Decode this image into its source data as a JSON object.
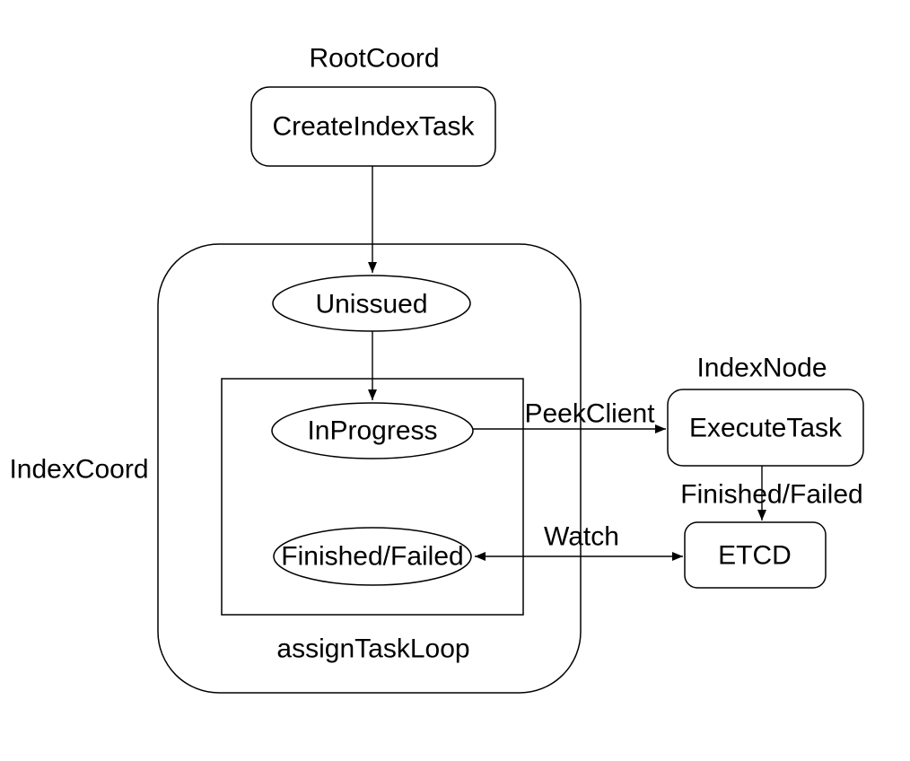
{
  "diagram": {
    "background": "#ffffff",
    "stroke_color": "#000000",
    "text_color": "#000000",
    "containers": [
      {
        "id": "root-coord",
        "label": "RootCoord"
      },
      {
        "id": "index-coord",
        "label": "IndexCoord"
      },
      {
        "id": "assign-task-loop",
        "label": "assignTaskLoop"
      },
      {
        "id": "index-node",
        "label": "IndexNode"
      }
    ],
    "nodes": [
      {
        "id": "create-index-task",
        "label": "CreateIndexTask",
        "shape": "rounded-rect"
      },
      {
        "id": "unissued",
        "label": "Unissued",
        "shape": "ellipse"
      },
      {
        "id": "in-progress",
        "label": "InProgress",
        "shape": "ellipse"
      },
      {
        "id": "finished-failed",
        "label": "Finished/Failed",
        "shape": "ellipse"
      },
      {
        "id": "execute-task",
        "label": "ExecuteTask",
        "shape": "rounded-rect"
      },
      {
        "id": "etcd",
        "label": "ETCD",
        "shape": "rounded-rect"
      }
    ],
    "edges": [
      {
        "from": "create-index-task",
        "to": "unissued",
        "label": "",
        "arrow": "end"
      },
      {
        "from": "unissued",
        "to": "in-progress",
        "label": "",
        "arrow": "end"
      },
      {
        "from": "in-progress",
        "to": "execute-task",
        "label": "PeekClient",
        "arrow": "end"
      },
      {
        "from": "execute-task",
        "to": "etcd",
        "label": "Finished/Failed",
        "arrow": "end"
      },
      {
        "from": "finished-failed",
        "to": "etcd",
        "label": "Watch",
        "arrow": "both"
      }
    ]
  }
}
